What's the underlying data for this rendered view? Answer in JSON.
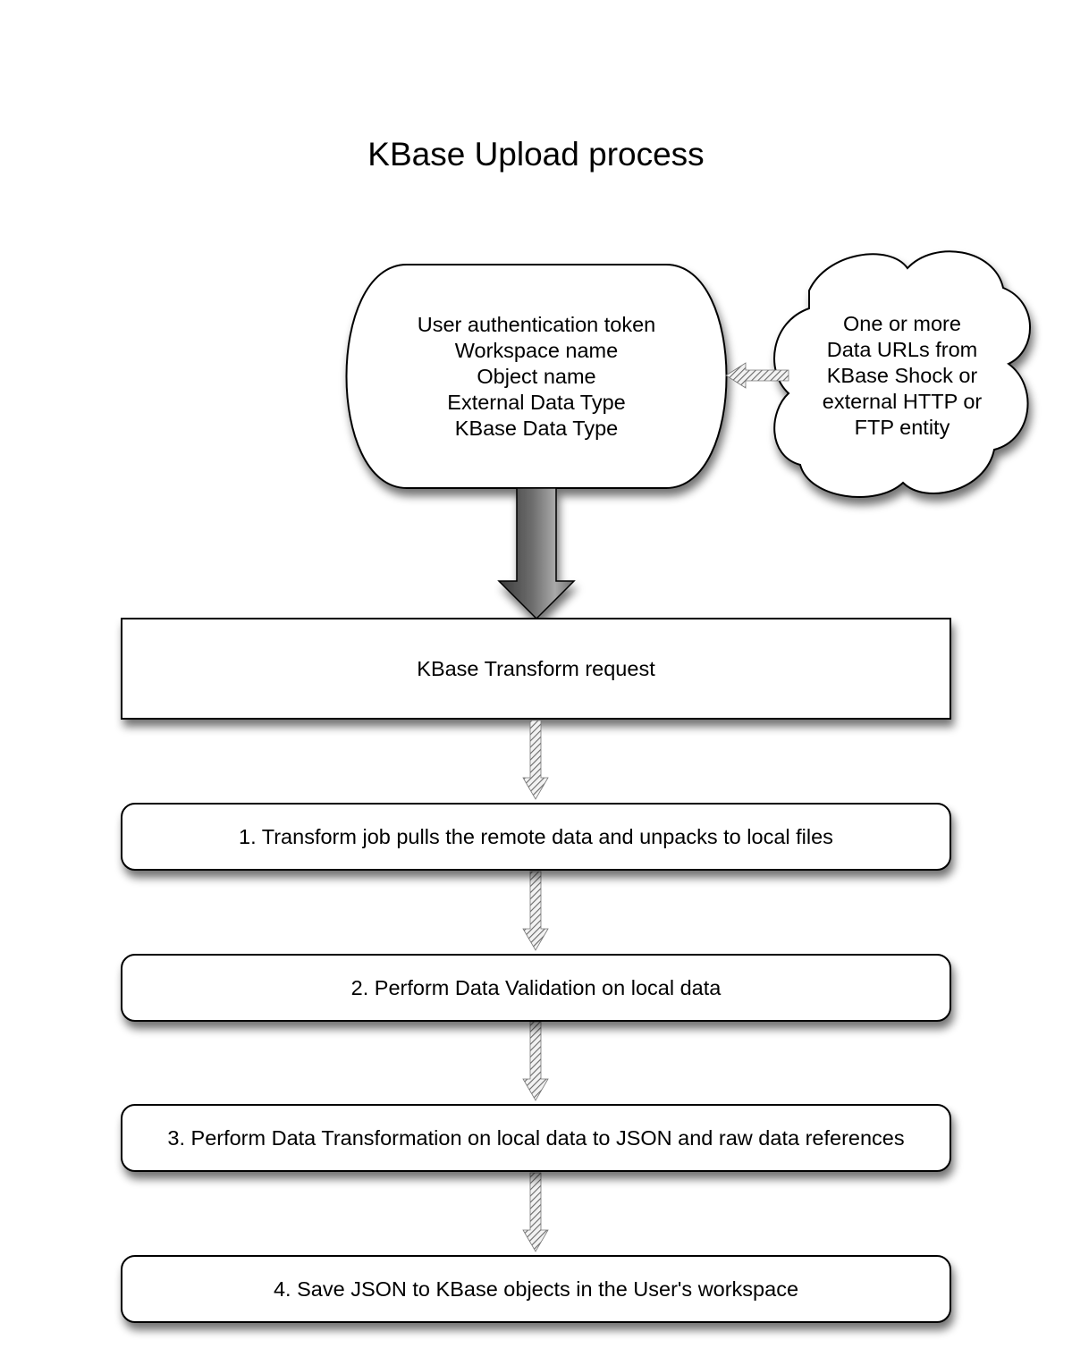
{
  "title": "KBase Upload process",
  "input_box": {
    "lines": [
      "User authentication token",
      "Workspace name",
      "Object name",
      "External Data Type",
      "KBase Data Type"
    ]
  },
  "cloud": {
    "lines": [
      "One or more",
      "Data URLs from",
      "KBase Shock or",
      "external HTTP or",
      "FTP entity"
    ]
  },
  "transform_request": "KBase Transform request",
  "steps": [
    "1. Transform job pulls the remote data and unpacks to local files",
    "2. Perform Data Validation on local data",
    "3. Perform Data Transformation on local data to JSON and raw data references",
    "4. Save JSON to KBase objects in the User's workspace"
  ]
}
